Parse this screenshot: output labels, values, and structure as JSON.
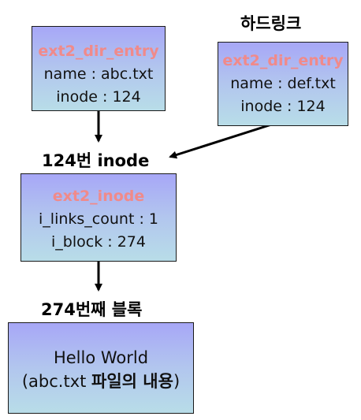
{
  "hardlink_label": "하드링크",
  "entry_abc": {
    "type": "ext2_dir_entry",
    "name": "name : abc.txt",
    "inode": "inode : 124"
  },
  "entry_def": {
    "type": "ext2_dir_entry",
    "name": "name : def.txt",
    "inode": "inode : 124"
  },
  "inode_heading": "124번 inode",
  "inode_box": {
    "type": "ext2_inode",
    "links": "i_links_count : 1",
    "block": "i_block : 274"
  },
  "block_heading": "274번째 블록",
  "block_box": {
    "line1": "Hello World",
    "line2_prefix": "(abc.txt ",
    "line2_korean": "파일의 내용",
    "line2_suffix": ")"
  }
}
